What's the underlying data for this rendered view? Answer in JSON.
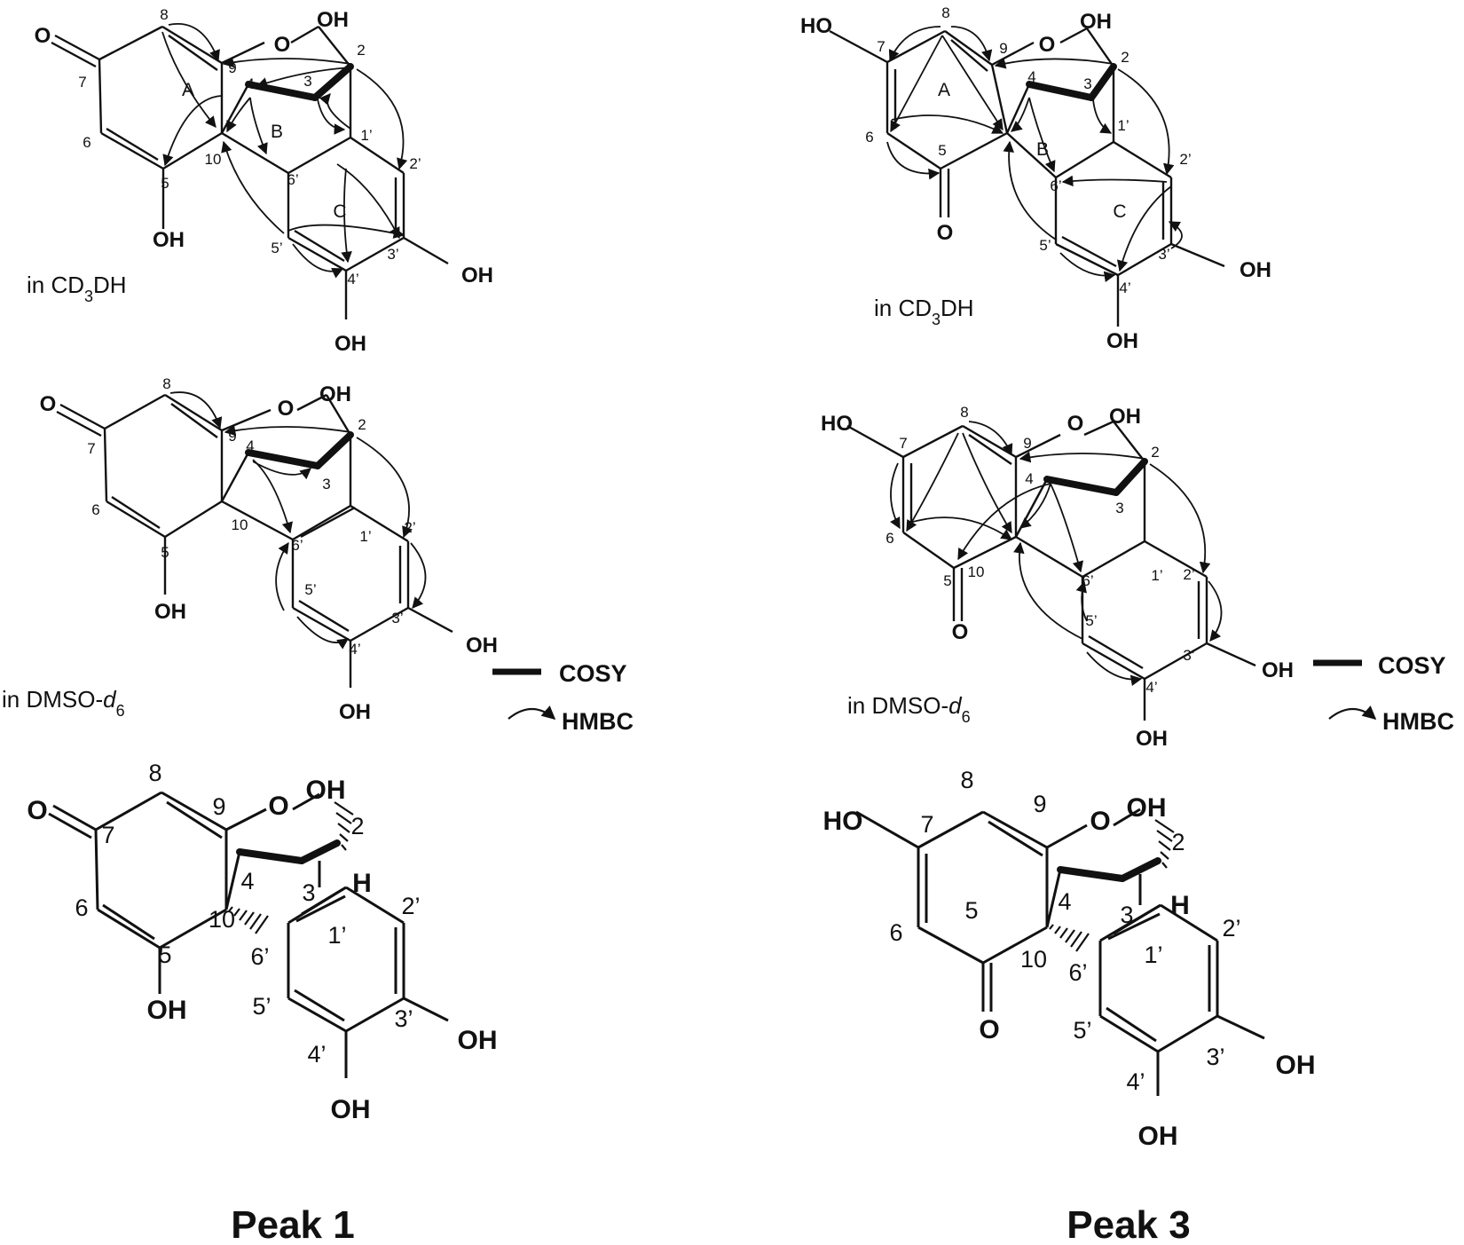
{
  "solvents": {
    "cd3dh_left": {
      "prefix": "in CD",
      "sub": "3",
      "suffix": "DH"
    },
    "cd3dh_right": {
      "prefix": "in CD",
      "sub": "3",
      "suffix": "DH"
    },
    "dmso_left": {
      "prefix": "in DMSO-",
      "ital": "d",
      "sub": "6"
    },
    "dmso_right": {
      "prefix": "in DMSO-",
      "ital": "d",
      "sub": "6"
    }
  },
  "legend": {
    "cosy": "COSY",
    "hmbc": "HMBC"
  },
  "peaks": {
    "left": "Peak 1",
    "right": "Peak 3"
  },
  "rings": {
    "a": "A",
    "b": "B",
    "c": "C"
  },
  "atoms": {
    "o": "O",
    "oh": "OH",
    "ho": "HO",
    "h": "H"
  },
  "positions": {
    "c2": "2",
    "c3": "3",
    "c4": "4",
    "c5": "5",
    "c6": "6",
    "c7": "7",
    "c8": "8",
    "c9": "9",
    "c10": "10",
    "c1p": "1’",
    "c2p": "2’",
    "c3p": "3’",
    "c4p": "4’",
    "c5p": "5’",
    "c6p": "6’"
  },
  "colors": {
    "ink": "#111111",
    "background": "#ffffff"
  }
}
